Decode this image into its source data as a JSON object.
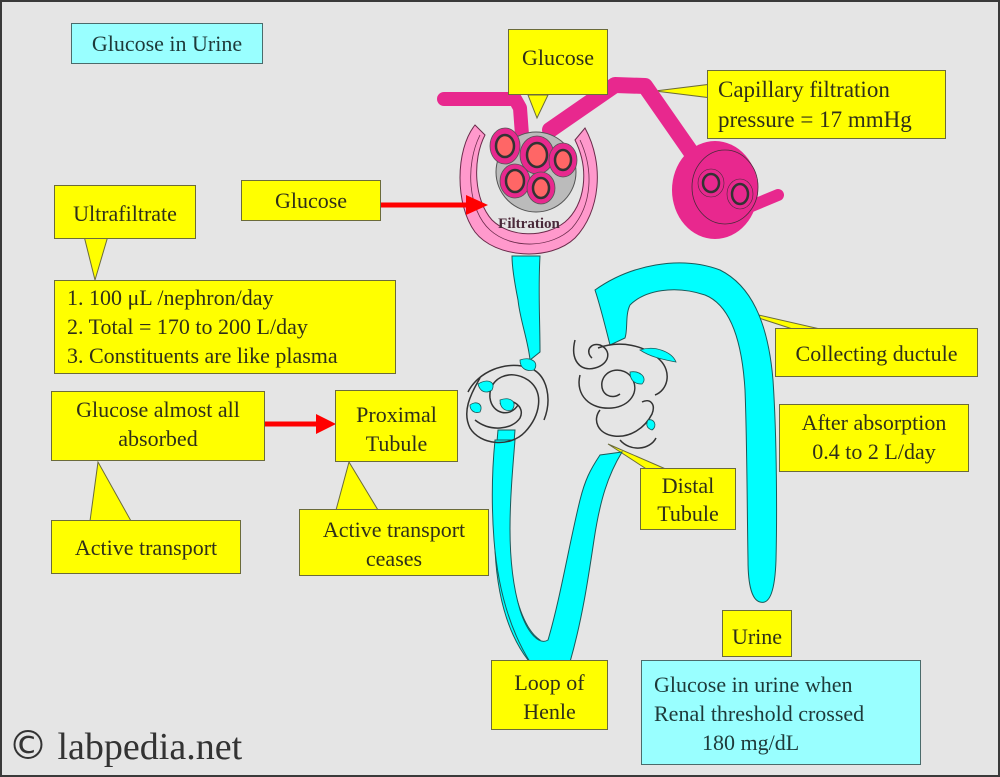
{
  "title": "Glucose in Urine",
  "labels": {
    "glucose_top": "Glucose",
    "capillary_filtration_line1": "Capillary filtration",
    "capillary_filtration_line2": "pressure = 17 mmHg",
    "glucose_left": "Glucose",
    "filtration": "Filtration",
    "ultrafiltrate": "Ultrafiltrate",
    "ultrafiltrate_points": [
      "1. 100 μL /nephron/day",
      "2. Total = 170 to 200 L/day",
      "3. Constituents are like plasma"
    ],
    "glucose_absorbed_line1": "Glucose almost all",
    "glucose_absorbed_line2": "absorbed",
    "proximal_tubule_line1": "Proximal",
    "proximal_tubule_line2": "Tubule",
    "active_transport": "Active transport",
    "active_transport_ceases_line1": "Active transport",
    "active_transport_ceases_line2": "ceases",
    "collecting_ductule": "Collecting ductule",
    "after_absorption_line1": "After absorption",
    "after_absorption_line2": "0.4 to 2 L/day",
    "distal_tubule_line1": "Distal",
    "distal_tubule_line2": "Tubule",
    "loop_of_henle_line1": "Loop of",
    "loop_of_henle_line2": "Henle",
    "urine": "Urine",
    "renal_threshold_line1": "Glucose in urine when",
    "renal_threshold_line2": "Renal threshold crossed",
    "renal_threshold_line3": "180 mg/dL"
  },
  "watermark": {
    "symbol": "©",
    "text": "labpedia.net"
  },
  "colors": {
    "background": "#e5e5e5",
    "callout_yellow": "#ffff00",
    "title_cyan": "#99ffff",
    "tubule_cyan": "#00ffff",
    "vessel_magenta": "#e8288e",
    "capsule_pink": "#ff99cc",
    "rbc_core": "#ff6666",
    "arrow_red": "#ff0000"
  }
}
